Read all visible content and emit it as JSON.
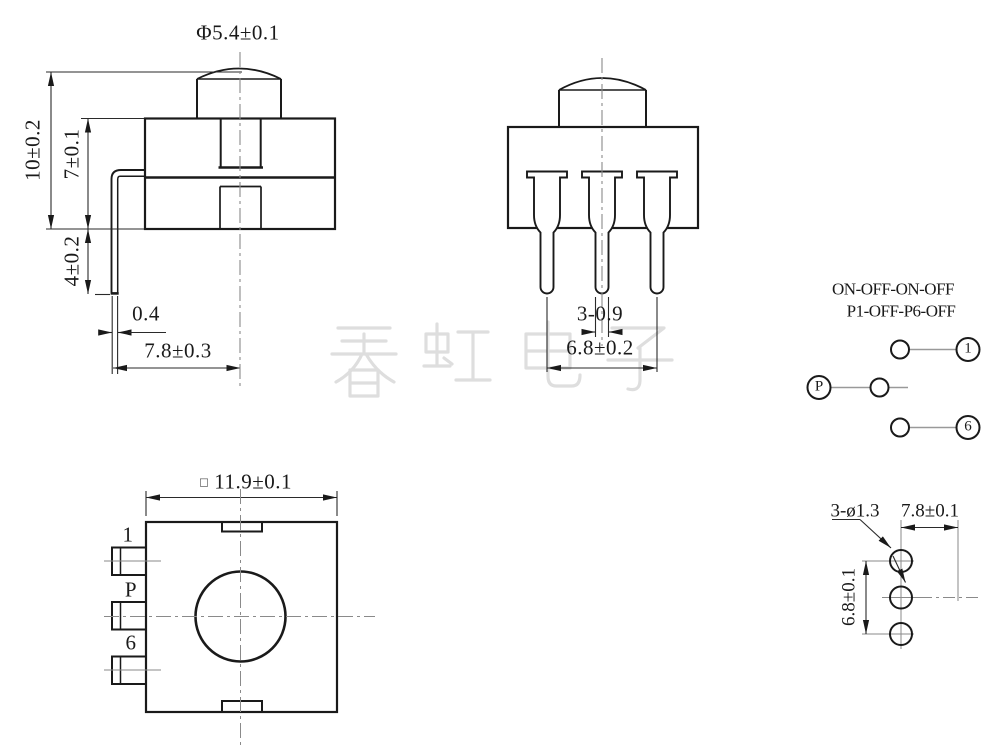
{
  "drawing": {
    "watermark_text": "春虹电子",
    "colors": {
      "line": "#1a1a1a",
      "centerline": "#8a8a8a",
      "watermark": "#dedede",
      "schematic_wire": "#999999"
    },
    "front_view": {
      "button_diameter": "Φ5.4±0.1",
      "total_height": "10±0.2",
      "body_height": "7±0.1",
      "pin_length": "4±0.2",
      "pin_thickness": "0.4",
      "pin_to_center": "7.8±0.3"
    },
    "side_view": {
      "pin_count_width": "3-0.9",
      "outer_pin_span": "6.8±0.2"
    },
    "schematic": {
      "function_line1": "ON-OFF-ON-OFF",
      "function_line2": "P1-OFF-P6-OFF",
      "terminal_1": "1",
      "terminal_common": "P",
      "terminal_6": "6"
    },
    "top_view": {
      "square_symbol": "□",
      "body_width": "11.9±0.1",
      "pin_label_1": "1",
      "pin_label_p": "P",
      "pin_label_6": "6"
    },
    "pcb_layout": {
      "hole_spec": "3-ø1.3",
      "horizontal_offset": "7.8±0.1",
      "vertical_span": "6.8±0.1"
    }
  }
}
